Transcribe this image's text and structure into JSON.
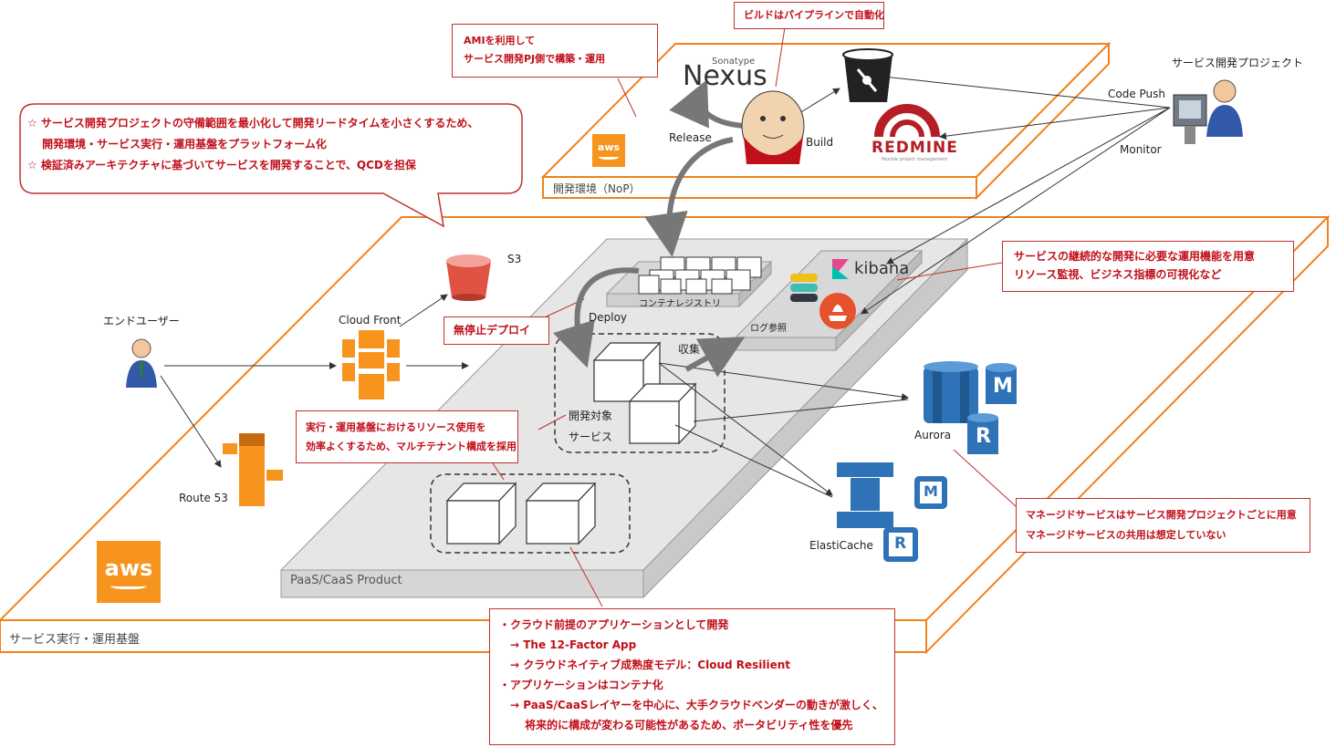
{
  "callouts": {
    "ami": [
      "AMIを利用して",
      "サービス開発PJ側で構築・運用"
    ],
    "build_auto": "ビルドはパイプラインで自動化",
    "policy": [
      "☆ サービス開発プロジェクトの守備範囲を最小化して開発リードタイムを小さくするため、",
      "　 開発環境・サービス実行・運用基盤をプラットフォーム化",
      "☆ 検証済みアーキテクチャに基づいてサービスを開発することで、QCDを担保"
    ],
    "ops": [
      "サービスの継続的な開発に必要な運用機能を用意",
      "リソース監視、ビジネス指標の可視化など"
    ],
    "no_downtime": "無停止デプロイ",
    "multitenant": [
      "実行・運用基盤におけるリソース使用を",
      "効率よくするため、マルチテナント構成を採用"
    ],
    "managed": [
      "マネージドサービスはサービス開発プロジェクトごとに用意",
      "マネージドサービスの共用は想定していない"
    ],
    "cloud": [
      "・クラウド前提のアプリケーションとして開発",
      "　→ The 12-Factor App",
      "　→ クラウドネイティブ成熟度モデル：Cloud Resilient",
      "・アプリケーションはコンテナ化",
      "　→ PaaS/CaaSレイヤーを中心に、大手クラウドベンダーの動きが激しく、",
      "　　 将来的に構成が変わる可能性があるため、ポータビリティ性を優先"
    ]
  },
  "platforms": {
    "nop": "開発環境（NoP）",
    "runtime": "サービス実行・運用基盤",
    "paas": "PaaS/CaaS Product"
  },
  "labels": {
    "dev_project": "サービス開発プロジェクト",
    "code_push": "Code Push",
    "monitor": "Monitor",
    "release": "Release",
    "build": "Build",
    "nexus_brand": "Sonatype",
    "nexus": "Nexus",
    "redmine": "REDMINE",
    "redmine_sub": "flexible project management",
    "end_user": "エンドユーザー",
    "cloudfront": "Cloud Front",
    "route53": "Route 53",
    "s3": "S3",
    "deploy": "Deploy",
    "registry": "コンテナレジストリ",
    "kibana": "kibana",
    "log": "ログ参照",
    "collect": "収集",
    "target_service": [
      "開発対象",
      "サービス"
    ],
    "aurora": "Aurora",
    "elasticache": "ElastiCache",
    "aws": "aws",
    "db_m": "M",
    "db_r": "R"
  },
  "colors": {
    "aws_orange": "#f7941d",
    "callout_red": "#c0101a",
    "platform_orange": "#f0821e",
    "db_blue": "#2e73b8"
  }
}
